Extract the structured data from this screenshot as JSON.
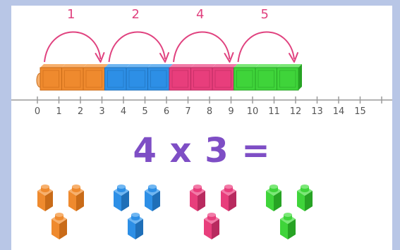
{
  "jump_labels": [
    "1",
    "2",
    "4",
    "5"
  ],
  "number_line": {
    "ticks": [
      "0",
      "1",
      "2",
      "3",
      "4",
      "5",
      "6",
      "7",
      "8",
      "9",
      "10",
      "11",
      "12",
      "13",
      "14",
      "15"
    ]
  },
  "equation": "4 x 3 =",
  "groups": [
    {
      "color": "#ef8a2e",
      "shade": "#c96b18",
      "light": "#f7b06d",
      "count": 3
    },
    {
      "color": "#2d8fe6",
      "shade": "#1f6fb8",
      "light": "#6fb6f2",
      "count": 3
    },
    {
      "color": "#e83e7c",
      "shade": "#b82a5f",
      "light": "#f27aa7",
      "count": 3
    },
    {
      "color": "#3fd43a",
      "shade": "#27a324",
      "light": "#7be877",
      "count": 3
    }
  ],
  "colors": {
    "arc": "#e0427f",
    "background": "#b8c6e6",
    "equation": "#7e4ec5"
  }
}
